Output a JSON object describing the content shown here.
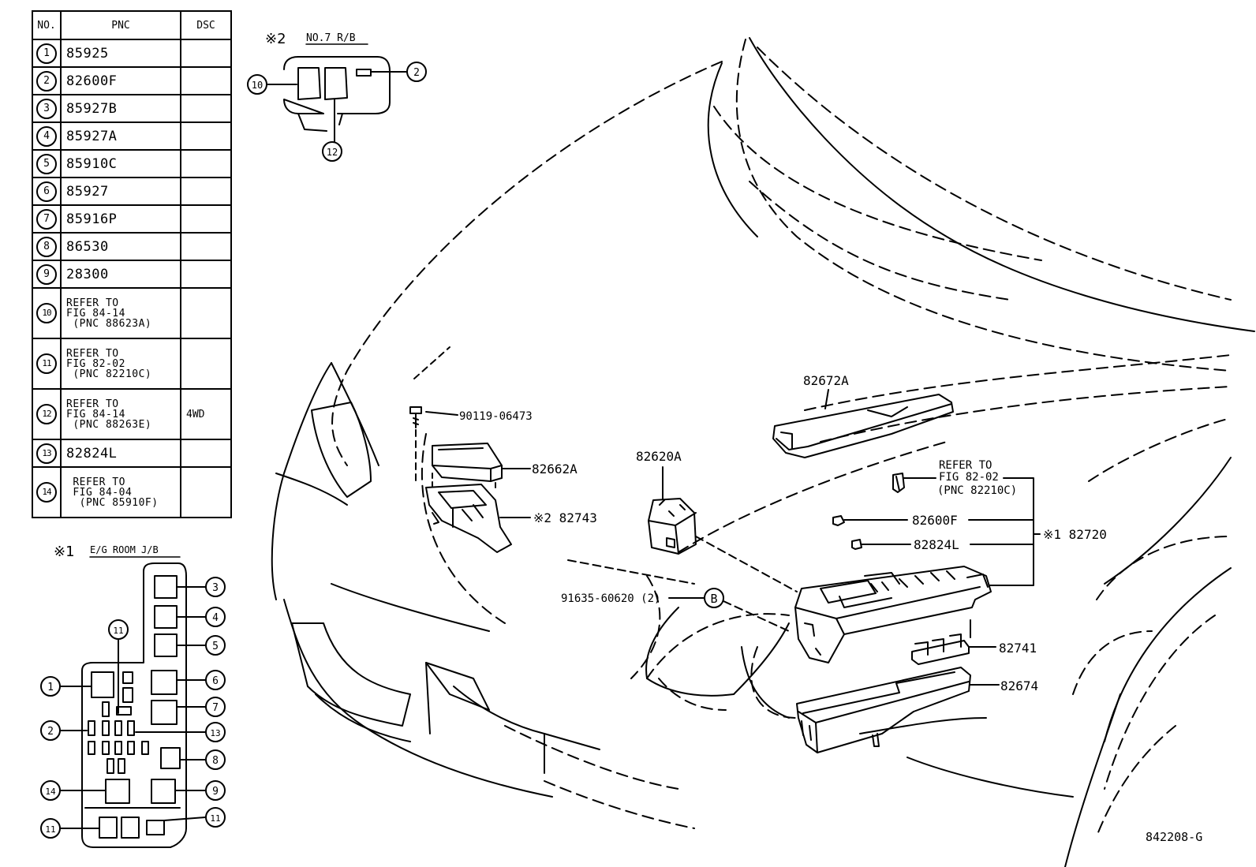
{
  "table": {
    "headers": {
      "no": "NO.",
      "pnc": "PNC",
      "dsc": "DSC"
    },
    "rows": [
      {
        "no": "1",
        "pnc": [
          "85925"
        ],
        "dsc": ""
      },
      {
        "no": "2",
        "pnc": [
          "82600F"
        ],
        "dsc": ""
      },
      {
        "no": "3",
        "pnc": [
          "85927B"
        ],
        "dsc": ""
      },
      {
        "no": "4",
        "pnc": [
          "85927A"
        ],
        "dsc": ""
      },
      {
        "no": "5",
        "pnc": [
          "85910C"
        ],
        "dsc": ""
      },
      {
        "no": "6",
        "pnc": [
          "85927"
        ],
        "dsc": ""
      },
      {
        "no": "7",
        "pnc": [
          "85916P"
        ],
        "dsc": ""
      },
      {
        "no": "8",
        "pnc": [
          "86530"
        ],
        "dsc": ""
      },
      {
        "no": "9",
        "pnc": [
          "28300"
        ],
        "dsc": ""
      },
      {
        "no": "10",
        "pnc": [
          "REFER TO",
          "FIG 84-14",
          " (PNC 88623A)"
        ],
        "dsc": ""
      },
      {
        "no": "11",
        "pnc": [
          "REFER TO",
          "FIG 82-02",
          " (PNC 82210C)"
        ],
        "dsc": ""
      },
      {
        "no": "12",
        "pnc": [
          "REFER TO",
          "FIG 84-14",
          " (PNC 88263E)"
        ],
        "dsc": "4WD"
      },
      {
        "no": "13",
        "pnc": [
          "82824L"
        ],
        "dsc": ""
      },
      {
        "no": "14",
        "pnc": [
          " REFER TO",
          " FIG 84-04",
          "  (PNC 85910F)"
        ],
        "dsc": ""
      }
    ]
  },
  "inset_rb": {
    "mark": "※2",
    "title": "NO.7 R/B",
    "callouts": {
      "a": "10",
      "b": "2",
      "c": "12"
    }
  },
  "inset_jb": {
    "mark": "※1",
    "title": "E/G ROOM J/B",
    "callouts": {
      "c1": "1",
      "c2": "2",
      "c3": "3",
      "c4": "4",
      "c5": "5",
      "c6": "6",
      "c7": "7",
      "c8": "8",
      "c9": "9",
      "c11a": "11",
      "c11b": "11",
      "c11c": "11",
      "c13": "13",
      "c14": "14"
    }
  },
  "labels": {
    "bolt": "90119-06473",
    "cover_small": "82662A",
    "rb_assy": "※2 82743",
    "relay": "82620A",
    "clip": "91635-60620 (2)",
    "clip_mark": "B",
    "cover_top": "82672A",
    "refer_line1": "REFER TO",
    "refer_line2": "FIG 82-02",
    "refer_line3": " (PNC 82210C)",
    "fuse1": "82600F",
    "fuse2": "82824L",
    "jb_assy": "※1 82720",
    "relay_block": "82741",
    "lower_case": "82674",
    "figure_code": "842208-G"
  }
}
